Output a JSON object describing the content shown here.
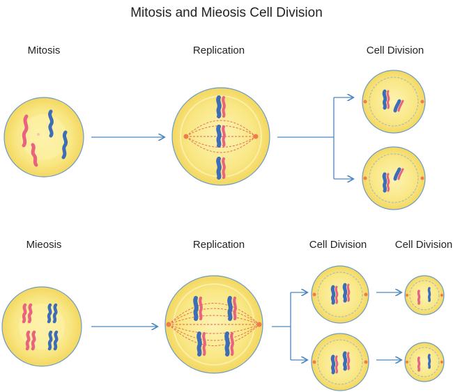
{
  "title": "Mitosis and Mieosis Cell Division",
  "mitosis": {
    "row_label": "Mitosis",
    "replication_label": "Replication",
    "division_label": "Cell Division"
  },
  "meiosis": {
    "row_label": "Mieosis",
    "replication_label": "Replication",
    "division1_label": "Cell Division",
    "division2_label": "Cell Division"
  },
  "colors": {
    "cytoplasm": "#f7e27a",
    "cytoplasm_inner": "#fbed9a",
    "membrane": "#6a9bc6",
    "chromosome_red": "#e9637f",
    "chromosome_blue": "#3c6db6",
    "spindle": "#e8604e",
    "arrow": "#4a86c0"
  }
}
